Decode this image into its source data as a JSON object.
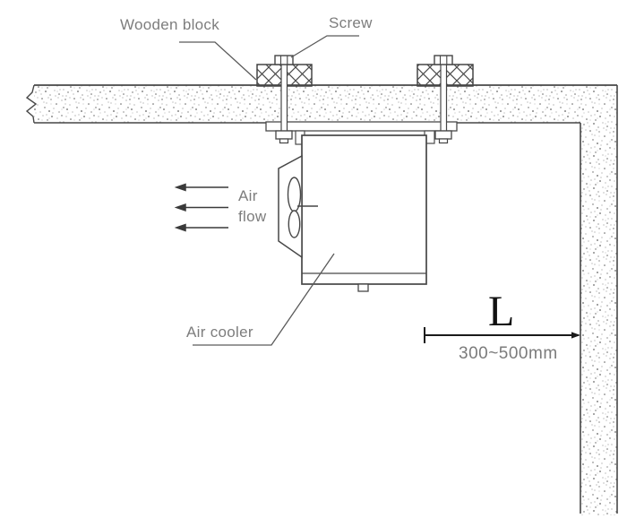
{
  "labels": {
    "wooden_block": "Wooden block",
    "screw": "Screw",
    "air_flow_line1": "Air",
    "air_flow_line2": "flow",
    "air_cooler": "Air cooler"
  },
  "dimension": {
    "letter": "L",
    "range": "300~500mm"
  },
  "air_flow": {
    "arrow_direction": "left",
    "arrow_count": 3
  },
  "colors": {
    "line": "#474747",
    "leader": "#5a5a5a",
    "label_text": "#7d7d7d",
    "dimension": "#1a1a1a",
    "background": "#ffffff"
  }
}
